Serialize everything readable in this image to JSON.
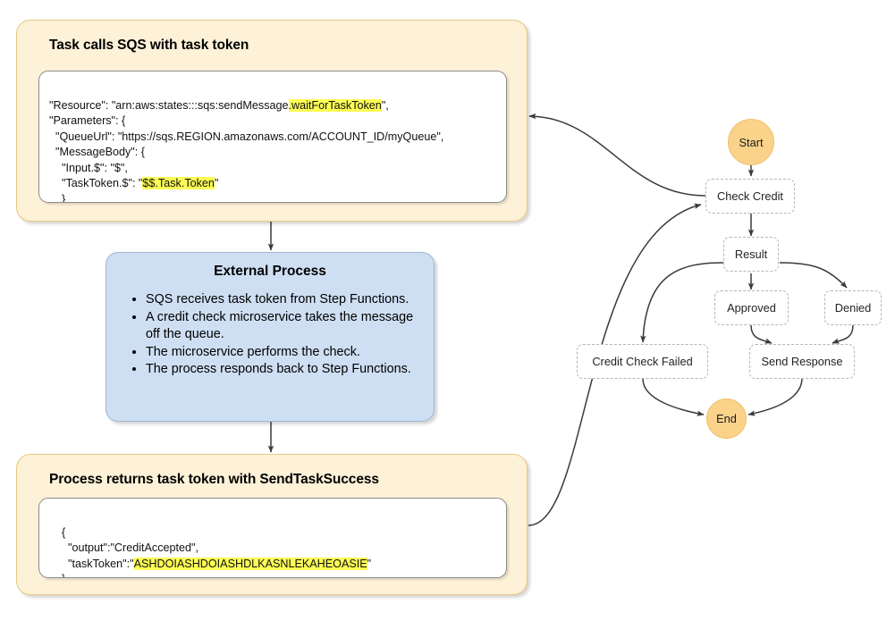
{
  "panels": {
    "task_call": {
      "title": "Task calls SQS with task token",
      "code": {
        "line1_a": "\"Resource\": \"arn:aws:states:::sqs:sendMessage",
        "line1_hl": ".waitForTaskToken",
        "line1_b": "\",",
        "line2": "\"Parameters\": {",
        "line3": "  \"QueueUrl\": \"https://sqs.REGION.amazonaws.com/ACCOUNT_ID/myQueue\",",
        "line4": "  \"MessageBody\": {",
        "line5": "    \"Input.$\": \"$\",",
        "line6_a": "    \"TaskToken.$\": \"",
        "line6_hl": "$$.Task.Token",
        "line6_b": "\"",
        "line7": "    }",
        "line8": "  },"
      }
    },
    "external_process": {
      "title": "External Process",
      "bullets": [
        "SQS receives task token from Step Functions.",
        "A credit check microservice takes the message off the queue.",
        "The microservice performs the check.",
        "The process responds back to Step Functions."
      ]
    },
    "token_return": {
      "title": "Process returns task token with SendTaskSuccess",
      "code": {
        "line1": "    {",
        "line2": "      \"output\":\"CreditAccepted\",",
        "line3_a": "      \"taskToken\":\"",
        "line3_hl": "ASHDOIASHDOIASHDLKASNLEKAHEOASIE",
        "line3_b": "\"",
        "line4": "    }"
      }
    }
  },
  "state_machine": {
    "nodes": {
      "start": "Start",
      "check_credit": "Check Credit",
      "result": "Result",
      "approved": "Approved",
      "denied": "Denied",
      "credit_check_failed": "Credit Check Failed",
      "send_response": "Send Response",
      "end": "End"
    }
  },
  "colors": {
    "panel_yellow_fill": "#fdf1d8",
    "panel_yellow_border": "#e8c882",
    "panel_blue_fill": "#cfdff3",
    "panel_blue_border": "#9bb7d4",
    "terminal_fill": "#fbd28a",
    "highlight": "#fdfd55",
    "node_border": "#b5b5b5",
    "arrow": "#3b3b3b"
  }
}
